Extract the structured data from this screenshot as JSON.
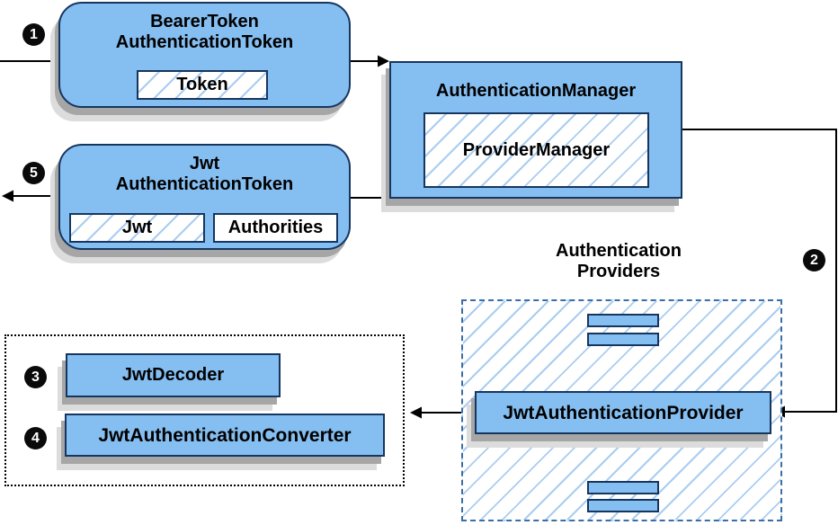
{
  "colors": {
    "node_fill": "#85bef0",
    "node_border": "#16365f",
    "hatch_line": "#a9cdf1",
    "shadow": "#a6a6a6",
    "group_dashed_border": "#3a6ea5",
    "group_dotted_border": "#000000",
    "connector": "#000000"
  },
  "nodes": {
    "bearer": {
      "title_line1": "BearerToken",
      "title_line2": "AuthenticationToken",
      "token_label": "Token"
    },
    "manager": {
      "title": "AuthenticationManager",
      "inner_label": "ProviderManager"
    },
    "jwt": {
      "title_line1": "Jwt",
      "title_line2": "AuthenticationToken",
      "inner_jwt_label": "Jwt",
      "inner_authorities_label": "Authorities"
    },
    "decoder": {
      "label": "JwtDecoder"
    },
    "converter": {
      "label": "JwtAuthenticationConverter"
    },
    "provider": {
      "label": "JwtAuthenticationProvider"
    },
    "providers_group": {
      "title_line1": "Authentication",
      "title_line2": "Providers"
    }
  },
  "steps": {
    "step1": "1",
    "step2": "2",
    "step3": "3",
    "step4": "4",
    "step5": "5"
  }
}
